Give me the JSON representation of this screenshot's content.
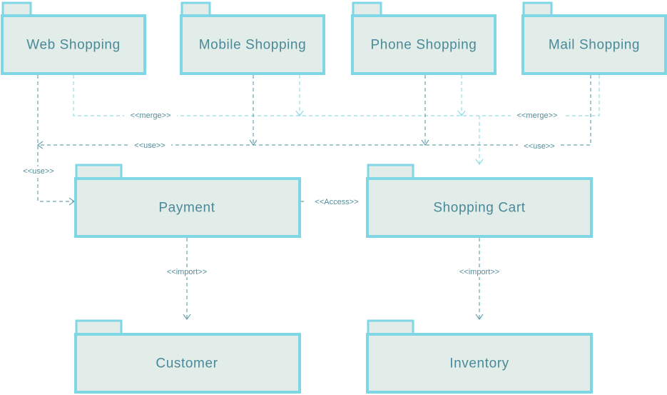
{
  "packages": {
    "web": "Web Shopping",
    "mobile": "Mobile Shopping",
    "phone": "Phone Shopping",
    "mail": "Mail Shopping",
    "payment": "Payment",
    "cart": "Shopping Cart",
    "customer": "Customer",
    "inventory": "Inventory"
  },
  "relations": {
    "merge_left": "<<merge>>",
    "merge_right": "<<merge>>",
    "use_top_left": "<<use>>",
    "use_top_right": "<<use>>",
    "use_side": "<<use>>",
    "access": "<<Access>>",
    "import_payment": "<<import>>",
    "import_cart": "<<import>>"
  },
  "colors": {
    "package_fill": "#e2ece9",
    "package_border": "#7fd6e4",
    "label_text": "#4a8a98",
    "edge_dark": "#6aa3ae",
    "edge_light": "#95dbe5"
  }
}
